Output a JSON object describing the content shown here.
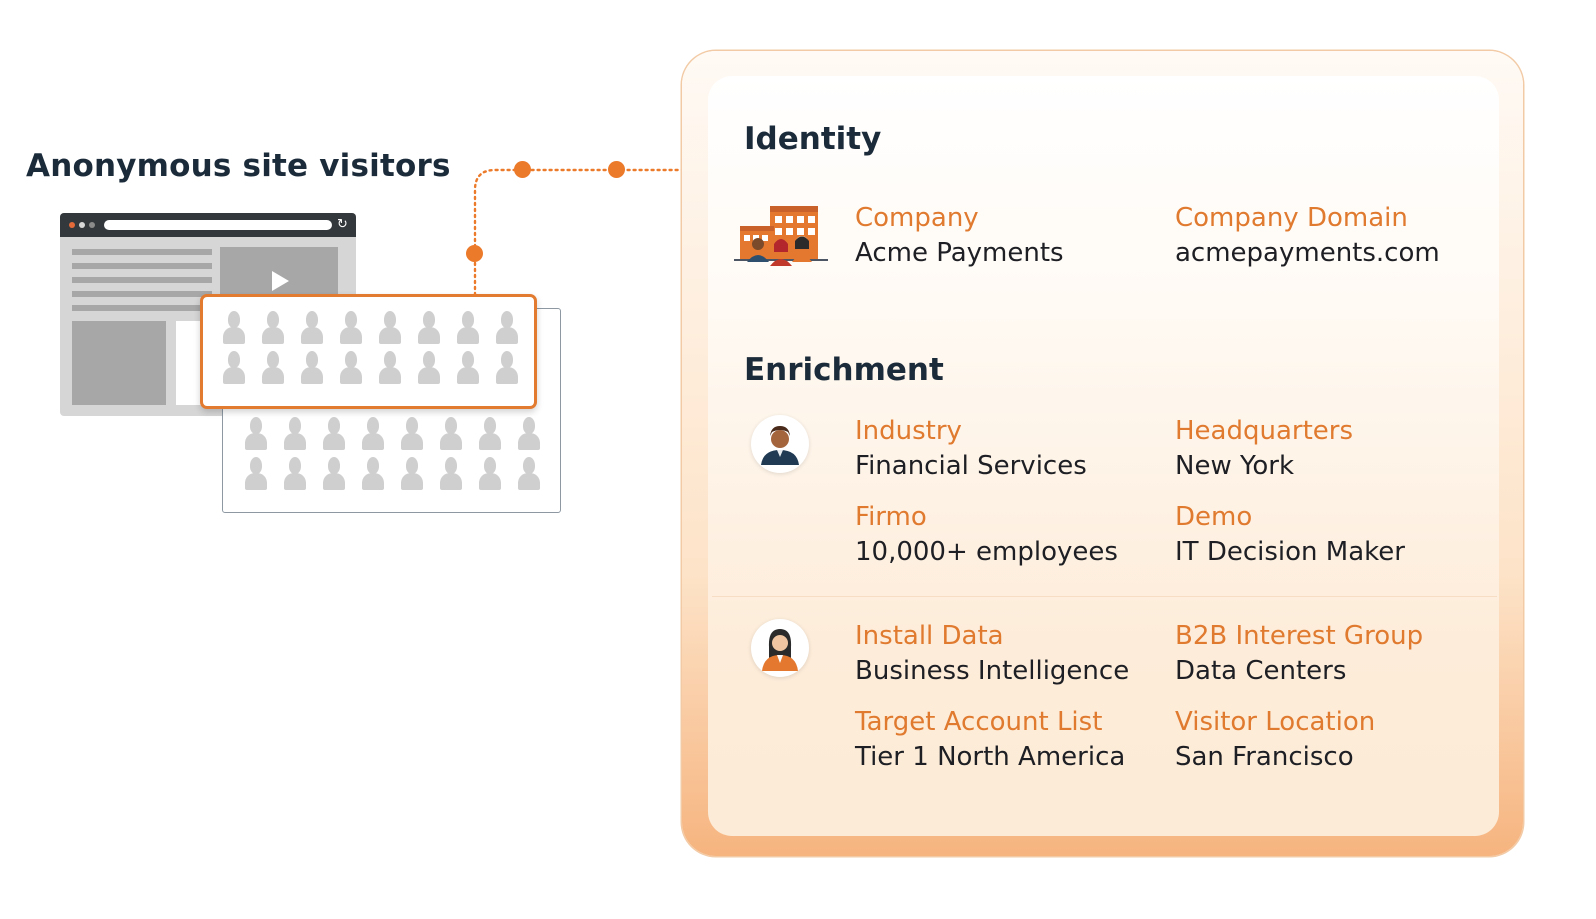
{
  "left": {
    "title": "Anonymous site visitors"
  },
  "identity": {
    "title": "Identity",
    "fields": [
      {
        "label": "Company",
        "value": "Acme Payments"
      },
      {
        "label": "Company Domain",
        "value": "acmepayments.com"
      }
    ]
  },
  "enrichment": {
    "title": "Enrichment",
    "person_one": [
      {
        "label": "Industry",
        "value": "Financial Services"
      },
      {
        "label": "Headquarters",
        "value": "New York"
      },
      {
        "label": "Firmo",
        "value": "10,000+ employees"
      },
      {
        "label": "Demo",
        "value": "IT Decision Maker"
      }
    ],
    "person_two": [
      {
        "label": "Install Data",
        "value": "Business Intelligence"
      },
      {
        "label": "B2B Interest Group",
        "value": "Data Centers"
      },
      {
        "label": "Target Account List",
        "value": "Tier 1 North America"
      },
      {
        "label": "Visitor Location",
        "value": "San Francisco"
      }
    ]
  },
  "icons": {
    "company": "company-building-icon",
    "person_one": "male-person-avatar-icon",
    "person_two": "female-person-avatar-icon",
    "visitor": "person-silhouette-icon",
    "play": "play-icon",
    "refresh": "refresh-icon"
  },
  "colors": {
    "accent": "#e07a2f",
    "dark_text": "#1b2b3a",
    "silhouette": "#cfcfcf"
  }
}
